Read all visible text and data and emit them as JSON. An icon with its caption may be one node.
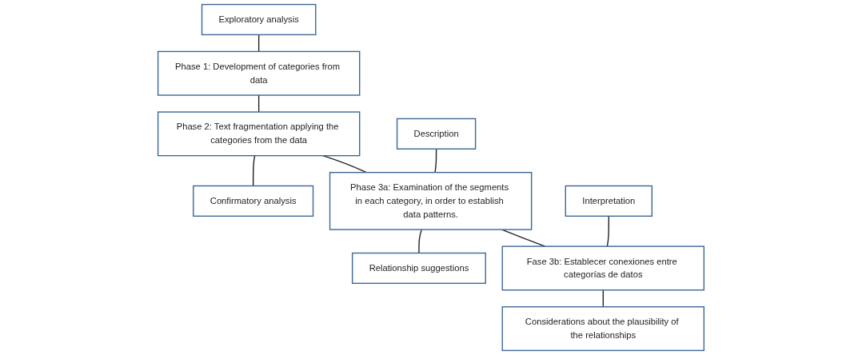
{
  "diagram": {
    "nodes": [
      {
        "text": [
          "Exploratory analysis"
        ]
      },
      {
        "text": [
          "Phase 1: Development of categories from data"
        ]
      },
      {
        "text": [
          "Phase 2: Text fragmentation applying the categories from the data"
        ]
      },
      {
        "text": [
          "Confirmatory analysis"
        ]
      },
      {
        "text": [
          "Description"
        ]
      },
      {
        "text": [
          "Phase 3a: Examination of the segments in each category, in order to establish data patterns."
        ]
      },
      {
        "text": [
          "Relationship suggestions"
        ]
      },
      {
        "text": [
          "Interpretation"
        ]
      },
      {
        "text": [
          "Fase 3b: Establecer conexiones entre categorías de datos"
        ]
      },
      {
        "text": [
          "Considerations about the plausibility of the relationships"
        ]
      }
    ],
    "edges": [
      {
        "from": 0,
        "to": 1,
        "arrow": "none"
      },
      {
        "from": 1,
        "to": 2,
        "arrow": "none"
      },
      {
        "from": 2,
        "to": 3,
        "arrow": "none"
      },
      {
        "from": 4,
        "to": 5,
        "arrow": "none"
      },
      {
        "from": 5,
        "to": 6,
        "arrow": "none"
      },
      {
        "from": 2,
        "to": 5,
        "arrow": "none"
      },
      {
        "from": 5,
        "to": 8,
        "arrow": "none"
      },
      {
        "from": 7,
        "to": 8,
        "arrow": "none"
      },
      {
        "from": 8,
        "to": 9,
        "arrow": "none"
      }
    ]
  }
}
